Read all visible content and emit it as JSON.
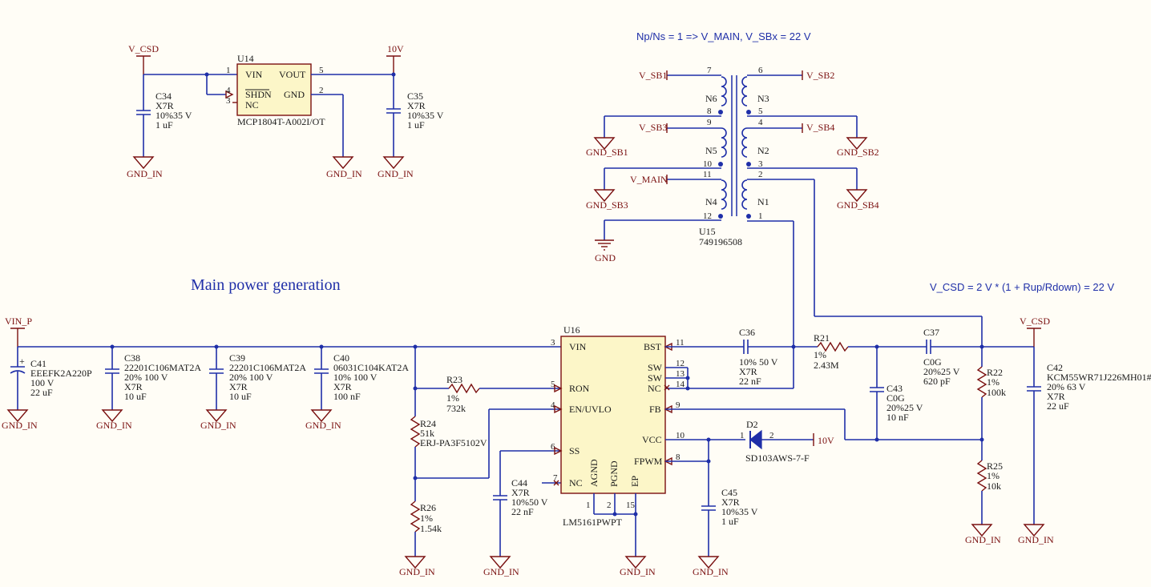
{
  "notes": {
    "turns": "Np/Ns = 1 => V_MAIN, V_SBx = 22 V",
    "vcsd": "V_CSD = 2 V * (1 + Rup/Rdown) = 22 V",
    "section": "Main power generation"
  },
  "nets": {
    "v_csd": "V_CSD",
    "ten_v": "10V",
    "vin_p": "VIN_P",
    "gnd_in": "GND_IN",
    "gnd": "GND",
    "v_sb1": "V_SB1",
    "v_sb2": "V_SB2",
    "v_sb3": "V_SB3",
    "v_sb4": "V_SB4",
    "v_main": "V_MAIN",
    "gnd_sb1": "GND_SB1",
    "gnd_sb2": "GND_SB2",
    "gnd_sb3": "GND_SB3",
    "gnd_sb4": "GND_SB4"
  },
  "u14": {
    "ref": "U14",
    "part": "MCP1804T-A002I/OT",
    "vin": "VIN",
    "shdn": "SHDN",
    "nc": "NC",
    "vout": "VOUT",
    "gnd": "GND",
    "p1": "1",
    "p4": "4",
    "p3": "3",
    "p5": "5",
    "p2": "2"
  },
  "u16": {
    "ref": "U16",
    "part": "LM5161PWPT",
    "vin": "VIN",
    "ron": "RON",
    "enuvlo": "EN/UVLO",
    "ss": "SS",
    "nc": "NC",
    "bst": "BST",
    "sw": "SW",
    "fb": "FB",
    "vcc": "VCC",
    "fpwm": "FPWM",
    "agnd": "AGND",
    "pgnd": "PGND",
    "ep": "EP",
    "p3": "3",
    "p5": "5",
    "p4": "4",
    "p6": "6",
    "p7": "7",
    "p11": "11",
    "p12": "12",
    "p13": "13",
    "p14": "14",
    "p9": "9",
    "p10": "10",
    "p8": "8",
    "p1": "1",
    "p2": "2",
    "p15": "15"
  },
  "u15": {
    "ref": "U15",
    "part": "749196508",
    "n6": "N6",
    "n3": "N3",
    "n5": "N5",
    "n2": "N2",
    "n4": "N4",
    "n1": "N1",
    "p7": "7",
    "p8": "8",
    "p9": "9",
    "p10": "10",
    "p11": "11",
    "p12": "12",
    "p6": "6",
    "p5": "5",
    "p4": "4",
    "p3": "3",
    "p2": "2",
    "p1": "1"
  },
  "components": {
    "c34": [
      "C34",
      "X7R",
      "10%35 V",
      "1 uF"
    ],
    "c35": [
      "C35",
      "X7R",
      "10%35 V",
      "1 uF"
    ],
    "c41": [
      "C41",
      "EEEFK2A220P",
      "100 V",
      "22 uF"
    ],
    "c38": [
      "C38",
      "22201C106MAT2A",
      "20% 100 V",
      "X7R",
      "10 uF"
    ],
    "c39": [
      "C39",
      "22201C106MAT2A",
      "20% 100 V",
      "X7R",
      "10 uF"
    ],
    "c40": [
      "C40",
      "06031C104KAT2A",
      "10% 100 V",
      "X7R",
      "100 nF"
    ],
    "r23": [
      "R23",
      "1%",
      "732k"
    ],
    "r24": [
      "R24",
      "51k",
      "ERJ-PA3F5102V"
    ],
    "r26": [
      "R26",
      "1%",
      "1.54k"
    ],
    "c44": [
      "C44",
      "X7R",
      "10%50 V",
      "22 nF"
    ],
    "c36": [
      "C36",
      "10% 50 V",
      "X7R",
      "22 nF"
    ],
    "r21": [
      "R21",
      "1%",
      "2.43M"
    ],
    "c37": [
      "C37",
      "C0G",
      "20%25 V",
      "620 pF"
    ],
    "c43": [
      "C43",
      "C0G",
      "20%25 V",
      "10 nF"
    ],
    "r22": [
      "R22",
      "1%",
      "100k"
    ],
    "r25": [
      "R25",
      "1%",
      "10k"
    ],
    "c42": [
      "C42",
      "KCM55WR71J226MH01#",
      "20% 63 V",
      "X7R",
      "22 uF"
    ],
    "c45": [
      "C45",
      "X7R",
      "10%35 V",
      "1 uF"
    ],
    "d2": [
      "D2",
      "SD103AWS-7-F",
      "1",
      "2"
    ]
  }
}
